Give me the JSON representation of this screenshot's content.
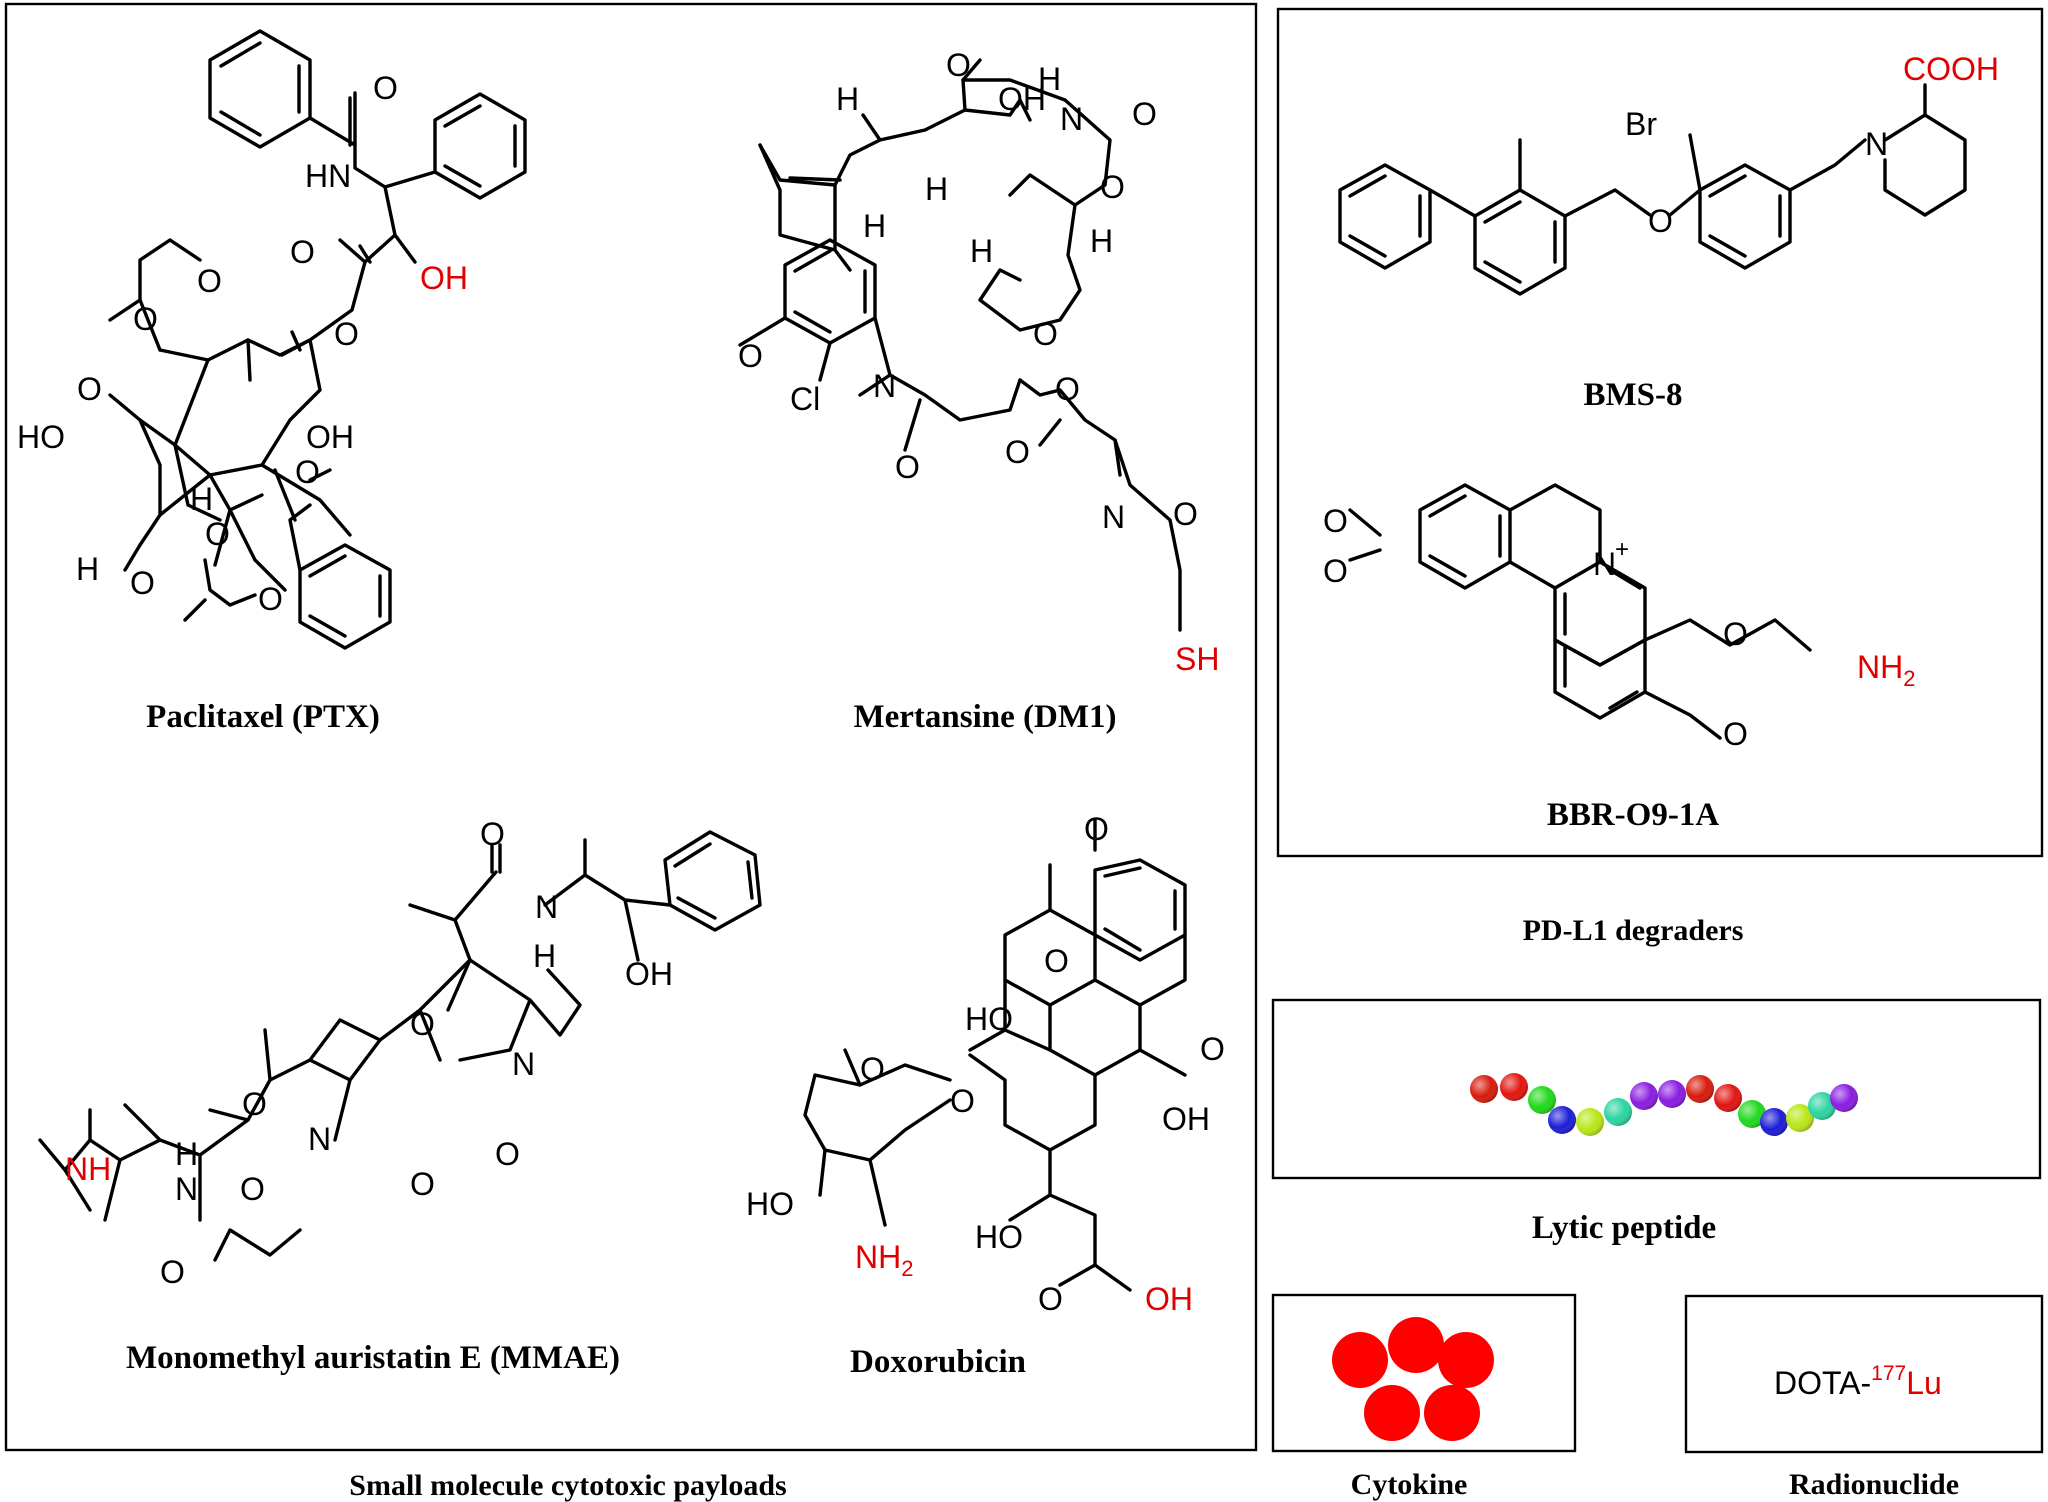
{
  "panels": {
    "small_molecules": {
      "caption": "Small molecule cytotoxic payloads",
      "compounds": [
        {
          "name": "Paclitaxel (PTX)",
          "atoms": {
            "oh_red": "OH",
            "hn": "HN",
            "o": "O",
            "ho": "HO",
            "oh": "OH",
            "h": "H",
            "h2": "H"
          }
        },
        {
          "name": "Mertansine (DM1)",
          "atoms": {
            "cl": "Cl",
            "n": "N",
            "sh_red": "SH",
            "oh": "OH",
            "h": "H",
            "o": "O"
          }
        },
        {
          "name": "Monomethyl auristatin E (MMAE)",
          "atoms": {
            "nh_red": "NH",
            "n": "N",
            "h": "H",
            "oh": "OH",
            "o": "O"
          }
        },
        {
          "name": "Doxorubicin",
          "atoms": {
            "ho": "HO",
            "oh": "OH",
            "nh2_red": "NH2",
            "oh_red": "OH",
            "o": "O"
          }
        }
      ]
    },
    "pdl1": {
      "caption": "PD-L1 degraders",
      "compounds": [
        {
          "name": "BMS-8",
          "atoms": {
            "br": "Br",
            "cooh_red": "COOH",
            "n": "N",
            "o": "O"
          }
        },
        {
          "name": "BBR-O9-1A",
          "atoms": {
            "n_plus": "N",
            "plus": "+",
            "nh2_red": "NH2",
            "o": "O"
          }
        }
      ]
    },
    "lytic": {
      "caption": "Lytic peptide",
      "bead_colors": [
        "#d81a0c",
        "#e2140f",
        "#1fd81a",
        "#1b1cd8",
        "#b8e614",
        "#2ad4a0",
        "#8a1ce0",
        "#8a1ce0",
        "#d81a0c",
        "#e2140f",
        "#1fd81a",
        "#1b1cd8",
        "#b8e614",
        "#2ad4a0",
        "#8a1ce0"
      ]
    },
    "cytokine": {
      "caption": "Cytokine",
      "color": "#ff0000"
    },
    "radionuclide": {
      "caption": "Radionuclide",
      "label_prefix": "DOTA-",
      "isotope_mass": "177",
      "isotope_symbol": "Lu"
    }
  }
}
